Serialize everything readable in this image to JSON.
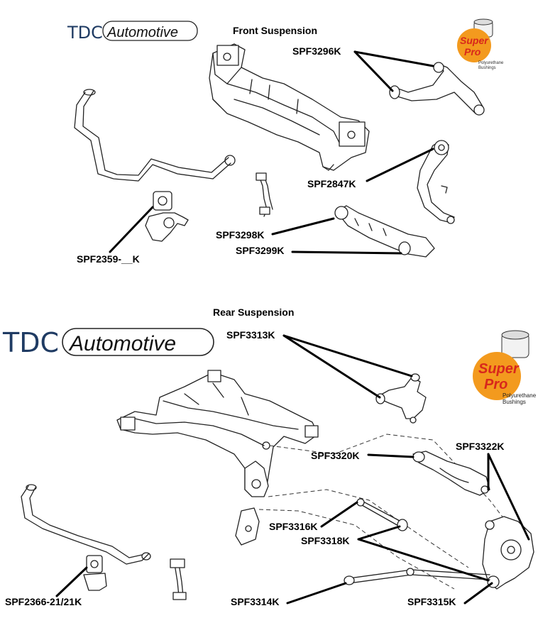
{
  "brand": {
    "tdc": "TDC",
    "automotive": "Automotive",
    "superpro_top": "Super",
    "superpro_bottom": "Pro",
    "poly_line1": "Polyurethane",
    "poly_line2": "Bushings"
  },
  "front": {
    "title": "Front Suspension",
    "labels": {
      "spf3296k": "SPF3296K",
      "spf2847k": "SPF2847K",
      "spf3298k": "SPF3298K",
      "spf3299k": "SPF3299K",
      "spf2359k": "SPF2359-__K"
    }
  },
  "rear": {
    "title": "Rear Suspension",
    "labels": {
      "spf3313k": "SPF3313K",
      "spf3320k": "SPF3320K",
      "spf3322k": "SPF3322K",
      "spf3316k": "SPF3316K",
      "spf3318k": "SPF3318K",
      "spf2366k": "SPF2366-21/21K",
      "spf3314k": "SPF3314K",
      "spf3315k": "SPF3315K"
    }
  },
  "colors": {
    "tdc_blue": "#1f3b63",
    "superpro_orange": "#f39a1e",
    "superpro_red": "#d8271c"
  }
}
